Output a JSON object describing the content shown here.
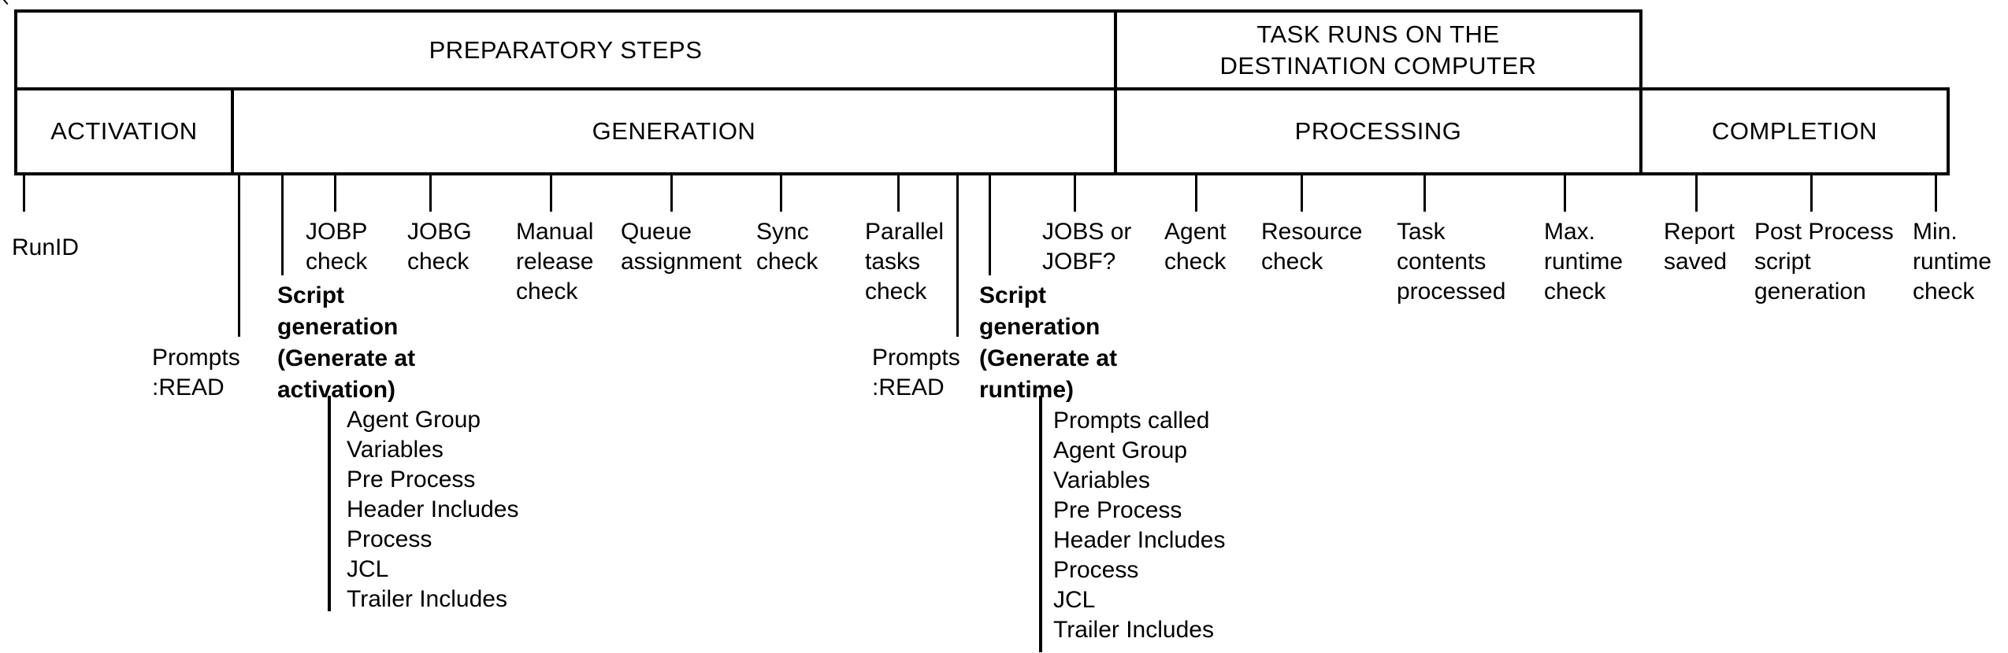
{
  "headers": {
    "preparatory": "PREPARATORY STEPS",
    "task_runs": "TASK RUNS ON THE\nDESTINATION COMPUTER",
    "activation": "ACTIVATION",
    "generation": "GENERATION",
    "processing": "PROCESSING",
    "completion": "COMPLETION"
  },
  "steps": {
    "runid": "RunID",
    "prompts_activation": "Prompts\n:READ",
    "script_gen_activation": "Script\ngeneration\n(Generate at\nactivation)",
    "jobp_check": "JOBP\ncheck",
    "jobg_check": "JOBG\ncheck",
    "manual_release_check": "Manual\nrelease\ncheck",
    "queue_assignment": "Queue\nassignment",
    "sync_check": "Sync\ncheck",
    "parallel_tasks_check": "Parallel\ntasks\ncheck",
    "prompts_runtime": "Prompts\n:READ",
    "script_gen_runtime": "Script\ngeneration\n(Generate at\nruntime)",
    "jobs_or_jobf": "JOBS or\nJOBF?",
    "agent_check": "Agent\ncheck",
    "resource_check": "Resource\ncheck",
    "task_contents_processed": "Task\ncontents\nprocessed",
    "max_runtime_check": "Max.\nruntime\ncheck",
    "report_saved": "Report\nsaved",
    "post_process": "Post Process\nscript\ngeneration",
    "min_runtime_check": "Min.\nruntime\ncheck"
  },
  "lists": {
    "activation_details": [
      "Agent Group",
      "Variables",
      "Pre Process",
      "Header Includes",
      "Process",
      "JCL",
      "Trailer Includes"
    ],
    "runtime_details": [
      "Prompts called",
      "Agent Group",
      "Variables",
      "Pre Process",
      "Header Includes",
      "Process",
      "JCL",
      "Trailer Includes"
    ]
  },
  "colors": {
    "line": "#000000",
    "text": "#000000",
    "background": "#ffffff"
  }
}
